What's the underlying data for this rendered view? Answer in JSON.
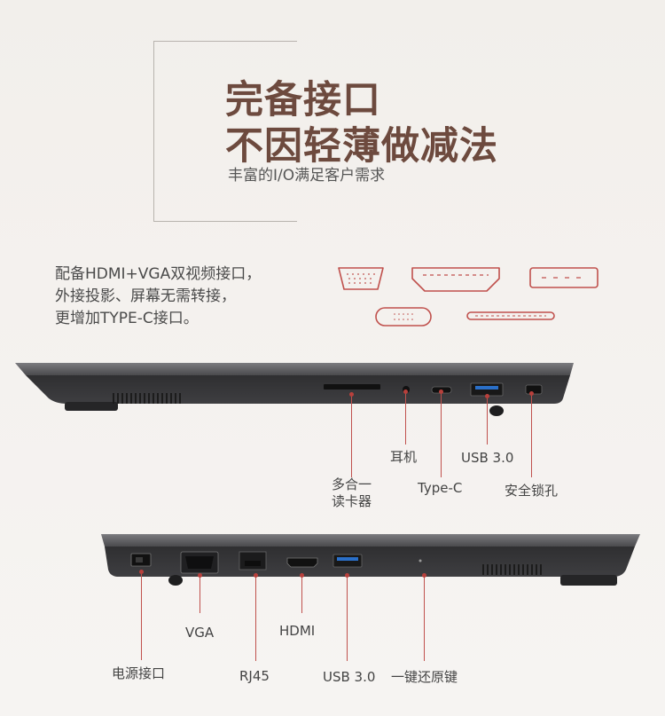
{
  "header": {
    "title_line1": "完备接口",
    "title_line2": "不因轻薄做减法",
    "subtitle": "丰富的I/O满足客户需求"
  },
  "description": {
    "line1": "配备HDMI+VGA双视频接口，",
    "line2": "外接投影、屏幕无需转接，",
    "line3": "更增加TYPE-C接口。"
  },
  "port_icons": [
    "vga-port-icon",
    "hdmi-port-icon",
    "usb-port-icon",
    "rj45-port-icon",
    "typec-port-icon"
  ],
  "right_side_ports": {
    "card_reader_line1": "多合一",
    "card_reader_line2": "读卡器",
    "headphone": "耳机",
    "type_c": "Type-C",
    "usb": "USB 3.0",
    "lock": "安全锁孔"
  },
  "left_side_ports": {
    "power": "电源接口",
    "vga": "VGA",
    "rj45": "RJ45",
    "hdmi": "HDMI",
    "usb": "USB 3.0",
    "recovery": "一键还原键"
  },
  "colors": {
    "accent": "#c0514d",
    "title": "#6d4a3e",
    "laptop_body": "#3b3b3d"
  }
}
